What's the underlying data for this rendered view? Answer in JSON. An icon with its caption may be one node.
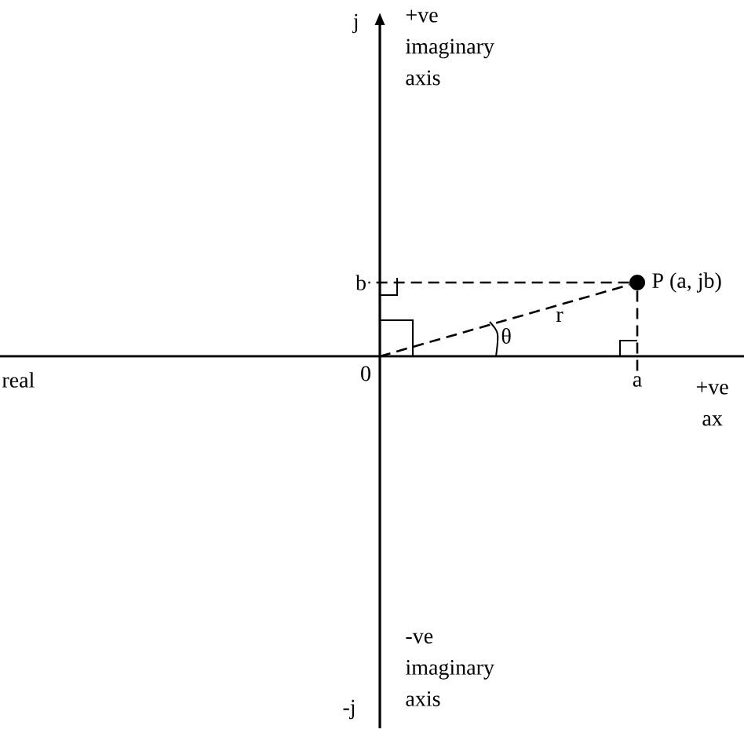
{
  "diagram": {
    "nodes": [
      {
        "text": [
          "0"
        ]
      },
      {
        "text": [],
        "shape": "circle",
        "beside": [
          "P (a, jb)"
        ]
      },
      {
        "text": [
          "b"
        ]
      },
      {
        "text": [
          "a"
        ]
      }
    ],
    "edges": [
      {
        "from": 0,
        "to": 1,
        "arrow": "none",
        "style": "dashed",
        "label": "r"
      },
      {
        "from": 1,
        "to": 2,
        "arrow": "none",
        "style": "dashed"
      },
      {
        "from": 1,
        "to": 3,
        "arrow": "none",
        "style": "dashed"
      }
    ],
    "labels": [
      "j",
      "+ve imaginary axis",
      "-j",
      "-ve imaginary axis",
      "real",
      "+ve ax",
      "θ"
    ]
  }
}
